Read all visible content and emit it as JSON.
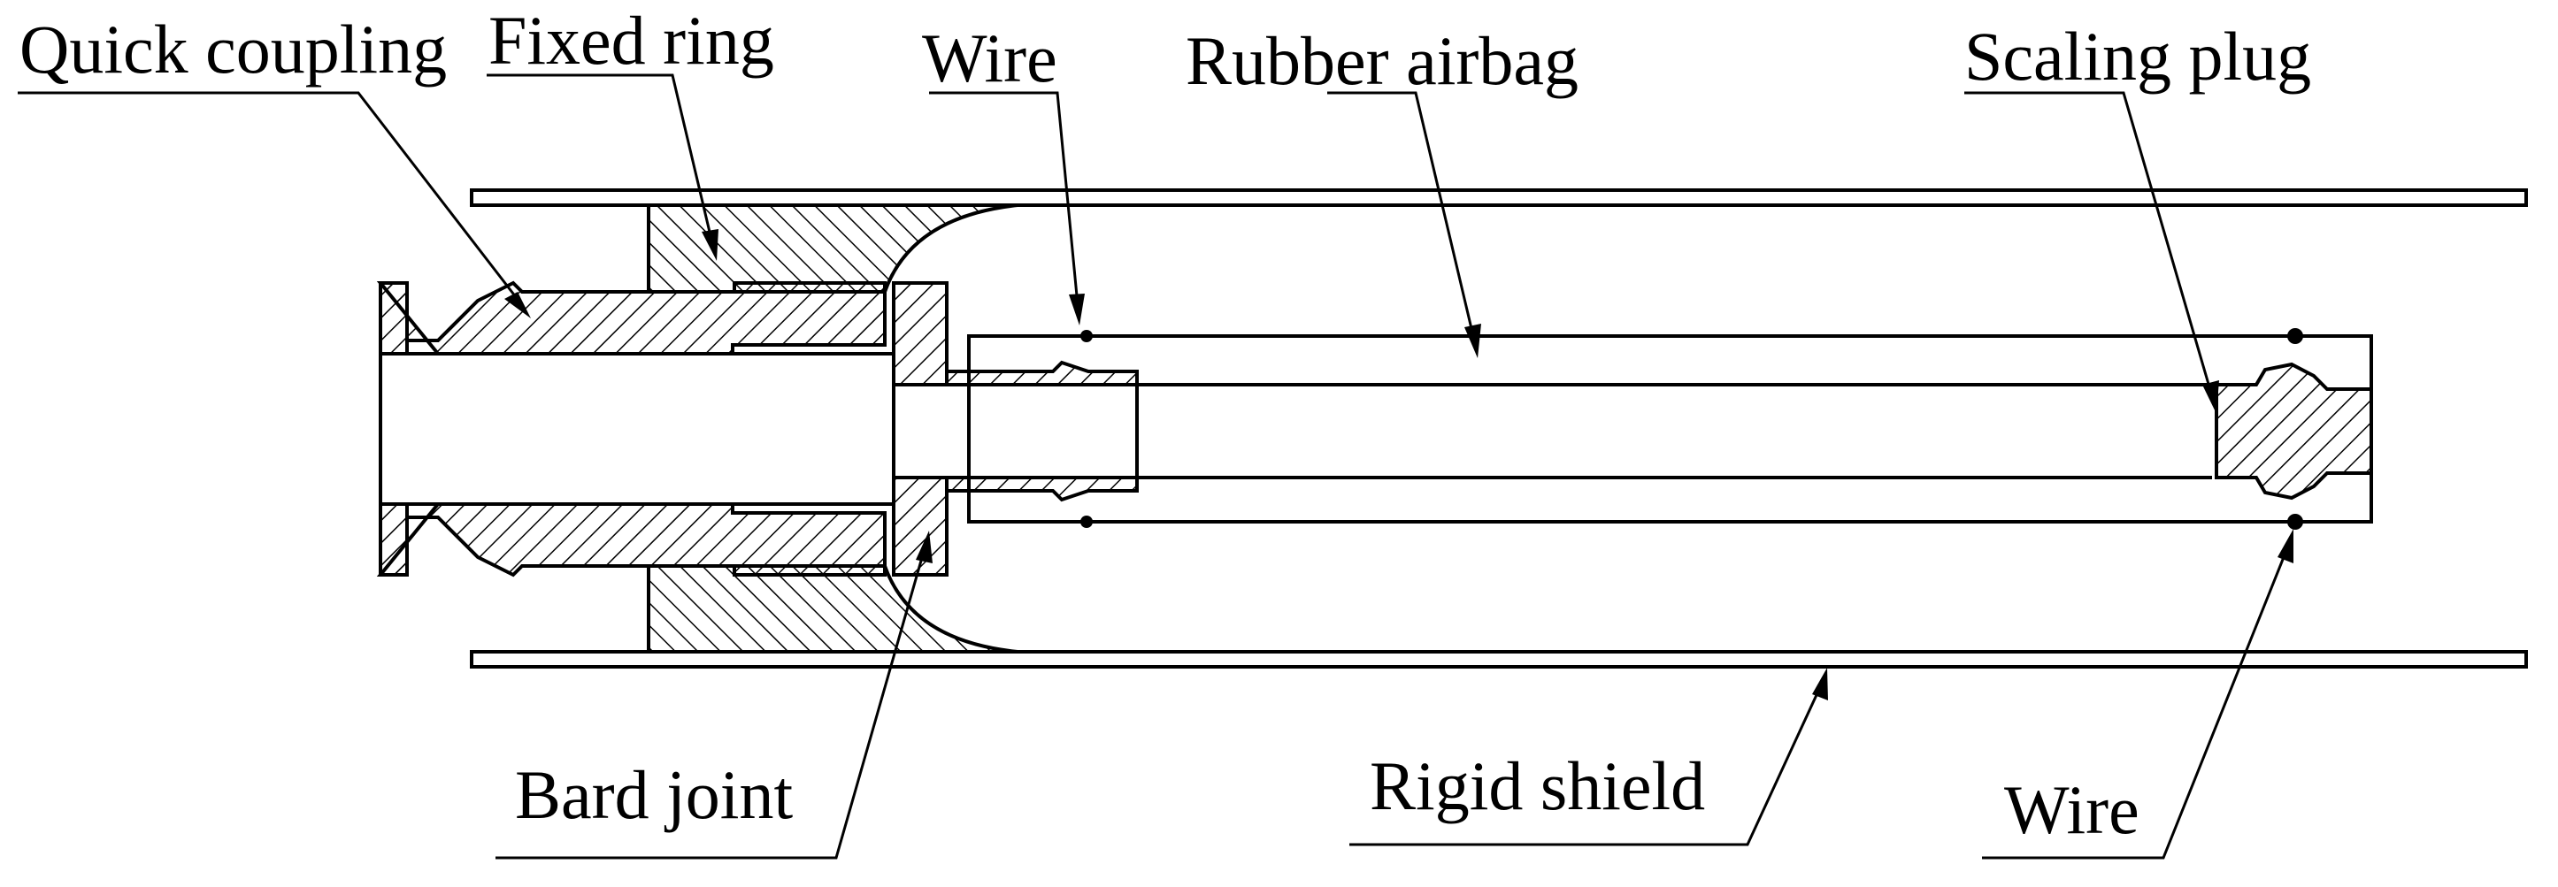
{
  "labels": {
    "quick_coupling": "Quick coupling",
    "fixed_ring": "Fixed ring",
    "wire_top": "Wire",
    "rubber_airbag": "Rubber airbag",
    "scaling_plug": "Scaling plug",
    "bard_joint": "Bard joint",
    "rigid_shield": "Rigid shield",
    "wire_bottom": "Wire"
  },
  "colors": {
    "line": "#000000",
    "background": "#ffffff"
  }
}
